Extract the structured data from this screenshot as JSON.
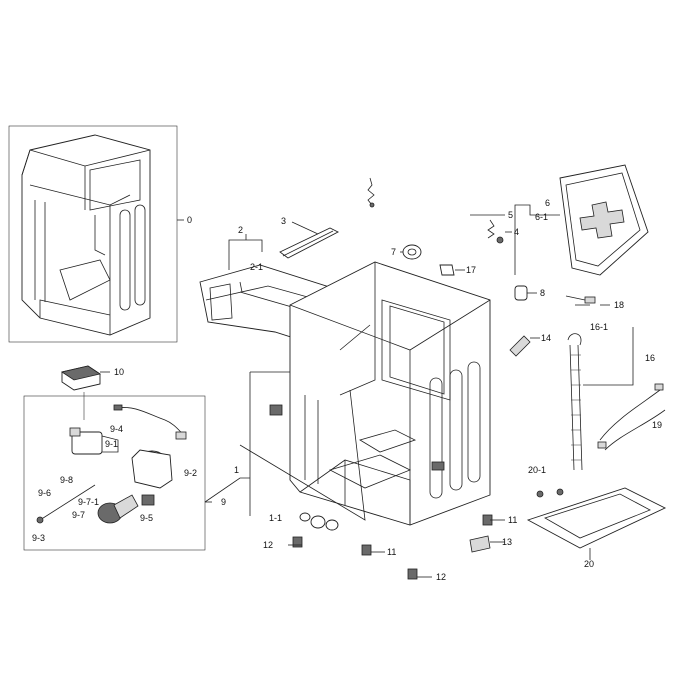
{
  "callouts": {
    "c0": "0",
    "c1": "1",
    "c1_1": "1-1",
    "c2": "2",
    "c2_1": "2-1",
    "c3": "3",
    "c4": "4",
    "c5": "5",
    "c6": "6",
    "c6_1": "6-1",
    "c7": "7",
    "c8": "8",
    "c9": "9",
    "c9_1": "9-1",
    "c9_2": "9-2",
    "c9_3": "9-3",
    "c9_4": "9-4",
    "c9_5": "9-5",
    "c9_6": "9-6",
    "c9_7": "9-7",
    "c9_7_1": "9-7-1",
    "c9_8": "9-8",
    "c10": "10",
    "c11a": "11",
    "c11b": "11",
    "c12a": "12",
    "c12b": "12",
    "c13": "13",
    "c14": "14",
    "c16": "16",
    "c16_1": "16-1",
    "c17": "17",
    "c18": "18",
    "c19": "19",
    "c20": "20",
    "c20_1": "20-1"
  }
}
